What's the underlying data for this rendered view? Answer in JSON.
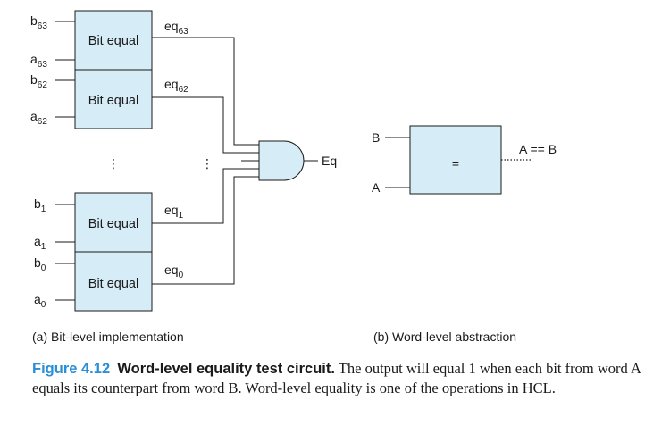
{
  "bit_level": {
    "blocks": [
      {
        "label": "Bit equal",
        "b": "b",
        "b_sub": "63",
        "a": "a",
        "a_sub": "63",
        "out": "eq",
        "out_sub": "63"
      },
      {
        "label": "Bit equal",
        "b": "b",
        "b_sub": "62",
        "a": "a",
        "a_sub": "62",
        "out": "eq",
        "out_sub": "62"
      },
      {
        "label": "Bit equal",
        "b": "b",
        "b_sub": "1",
        "a": "a",
        "a_sub": "1",
        "out": "eq",
        "out_sub": "1"
      },
      {
        "label": "Bit equal",
        "b": "b",
        "b_sub": "0",
        "a": "a",
        "a_sub": "0",
        "out": "eq",
        "out_sub": "0"
      }
    ],
    "ellipsis": "⋮",
    "gate_output": "Eq",
    "caption": "(a) Bit-level implementation"
  },
  "word_level": {
    "input_b": "B",
    "input_a": "A",
    "symbol": "=",
    "output": "A == B",
    "caption": "(b) Word-level abstraction"
  },
  "figure": {
    "number": "Figure 4.12",
    "title": "Word-level equality test circuit.",
    "text": "The output will equal 1 when each bit from word A equals its counterpart from word B. Word-level equality is one of the operations in HCL."
  },
  "colors": {
    "box_fill": "#d6ecf7",
    "line": "#1a1a1a",
    "figure_number": "#2a8fd6"
  }
}
